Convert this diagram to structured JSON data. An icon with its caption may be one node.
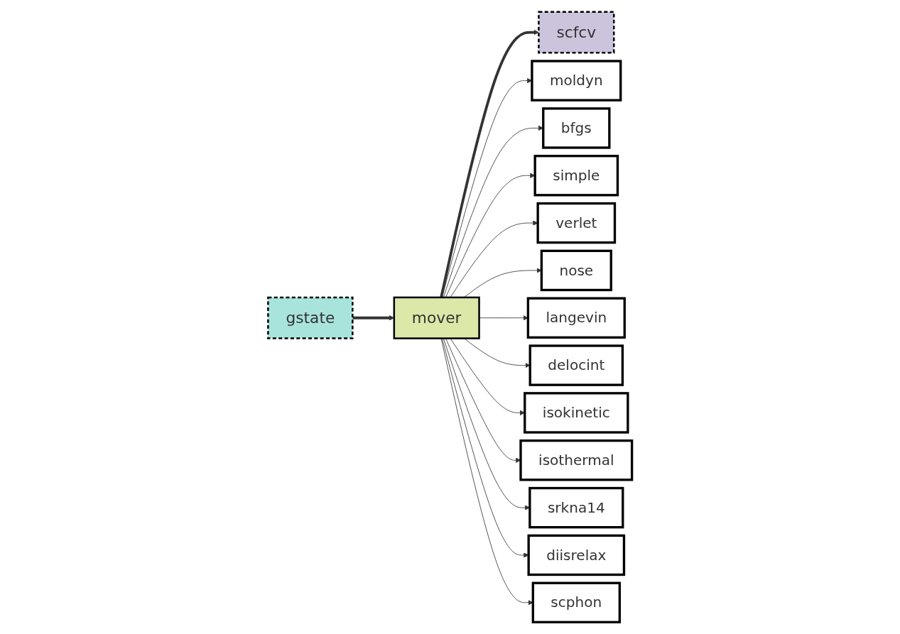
{
  "diagram": {
    "nodes": [
      {
        "text": [
          "gstate"
        ]
      },
      {
        "text": [
          "mover"
        ]
      },
      {
        "text": [
          "scfcv"
        ]
      },
      {
        "text": [
          "moldyn"
        ]
      },
      {
        "text": [
          "bfgs"
        ]
      },
      {
        "text": [
          "simple"
        ]
      },
      {
        "text": [
          "verlet"
        ]
      },
      {
        "text": [
          "nose"
        ]
      },
      {
        "text": [
          "langevin"
        ]
      },
      {
        "text": [
          "delocint"
        ]
      },
      {
        "text": [
          "isokinetic"
        ]
      },
      {
        "text": [
          "isothermal"
        ]
      },
      {
        "text": [
          "srkna14"
        ]
      },
      {
        "text": [
          "diisrelax"
        ]
      },
      {
        "text": [
          "scphon"
        ]
      }
    ],
    "edges": [
      {
        "from": 0,
        "to": 1,
        "arrow": "to",
        "style": "thick"
      },
      {
        "from": 1,
        "to": 2,
        "arrow": "to",
        "style": "thick"
      },
      {
        "from": 1,
        "to": 3,
        "arrow": "to"
      },
      {
        "from": 1,
        "to": 4,
        "arrow": "to"
      },
      {
        "from": 1,
        "to": 5,
        "arrow": "to"
      },
      {
        "from": 1,
        "to": 6,
        "arrow": "to"
      },
      {
        "from": 1,
        "to": 7,
        "arrow": "to"
      },
      {
        "from": 1,
        "to": 8,
        "arrow": "to"
      },
      {
        "from": 1,
        "to": 9,
        "arrow": "to"
      },
      {
        "from": 1,
        "to": 10,
        "arrow": "to"
      },
      {
        "from": 1,
        "to": 11,
        "arrow": "to"
      },
      {
        "from": 1,
        "to": 12,
        "arrow": "to"
      },
      {
        "from": 1,
        "to": 13,
        "arrow": "to"
      },
      {
        "from": 1,
        "to": 14,
        "arrow": "to"
      }
    ]
  }
}
